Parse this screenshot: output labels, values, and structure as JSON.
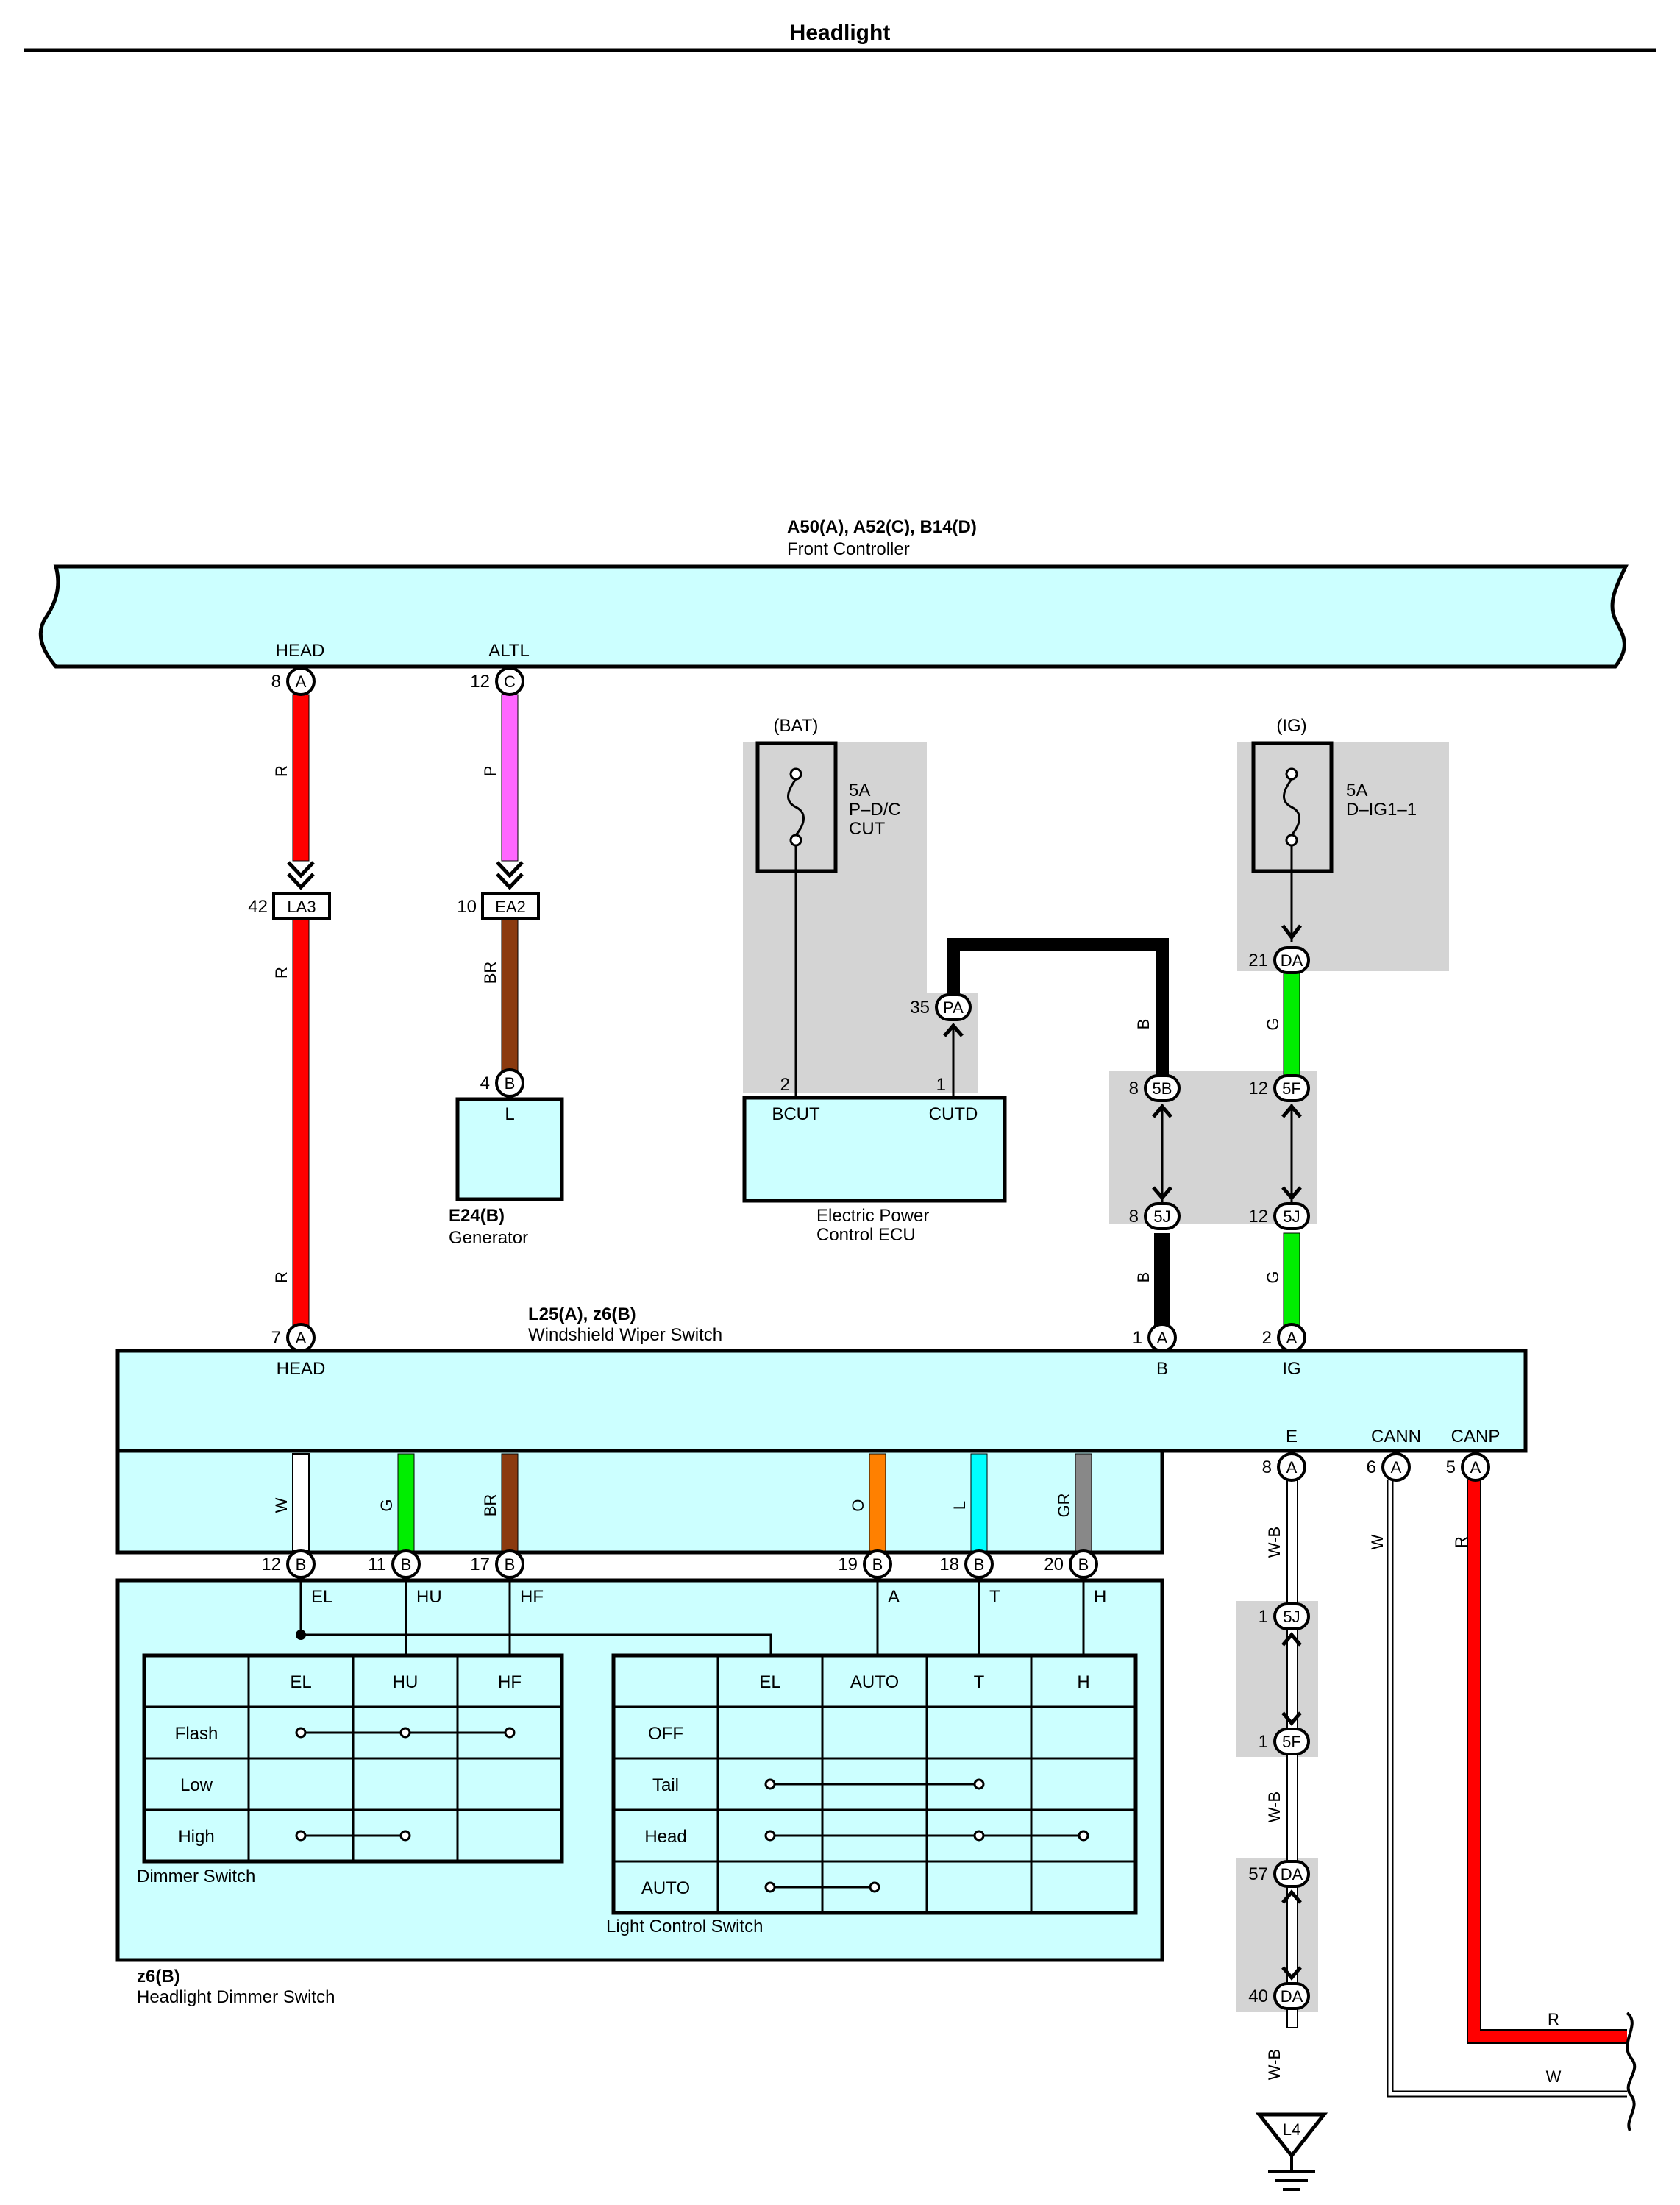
{
  "page": {
    "title": "Headlight"
  },
  "colors": {
    "component_fill": "#ccffff",
    "shade": "#d4d4d4",
    "R": "#ff0000",
    "P": "#ff66ff",
    "BR": "#8b3a0f",
    "B": "#000000",
    "G": "#00ee00",
    "W": "#ffffff",
    "O": "#ff8000",
    "L": "#00ffff",
    "GR": "#888888",
    "W-B": "#ffffff"
  },
  "front_controller": {
    "codes": "A50(A), A52(C), B14(D)",
    "name": "Front Controller",
    "pins": {
      "head": {
        "label": "HEAD",
        "num": "8",
        "conn": "A"
      },
      "altl": {
        "label": "ALTL",
        "num": "12",
        "conn": "C"
      }
    }
  },
  "wires": {
    "head_upper": "R",
    "head_lower": "R",
    "head_bottom": "R",
    "altl_upper": "P",
    "altl_lower": "BR",
    "b_upper": "B",
    "b_lower": "B",
    "g_upper": "G",
    "g_lower": "G",
    "dim_w": "W",
    "dim_g": "G",
    "dim_br": "BR",
    "lc_o": "O",
    "lc_l": "L",
    "lc_gr": "GR",
    "e_1": "W-B",
    "e_2": "W-B",
    "e_3": "W-B",
    "cann": "W",
    "canp": "R",
    "out_r": "R",
    "out_w": "W"
  },
  "connectors": {
    "la3": {
      "num": "42",
      "id": "LA3"
    },
    "ea2": {
      "num": "10",
      "id": "EA2"
    },
    "pa": {
      "num": "35",
      "id": "PA"
    },
    "da21": {
      "num": "21",
      "id": "DA"
    },
    "b5b": {
      "num": "8",
      "id": "5B"
    },
    "b5j": {
      "num": "8",
      "id": "5J"
    },
    "g5f": {
      "num": "12",
      "id": "5F"
    },
    "g5j": {
      "num": "12",
      "id": "5J"
    },
    "e5j": {
      "num": "1",
      "id": "5J"
    },
    "e5f": {
      "num": "1",
      "id": "5F"
    },
    "e_da57": {
      "num": "57",
      "id": "DA"
    },
    "e_da40": {
      "num": "40",
      "id": "DA"
    }
  },
  "fuses": {
    "bat": {
      "source": "(BAT)",
      "amp": "5A",
      "name1": "P–D/C",
      "name2": "CUT"
    },
    "ig": {
      "source": "(IG)",
      "amp": "5A",
      "name1": "D–IG1–1"
    }
  },
  "generator": {
    "code": "E24(B)",
    "name": "Generator",
    "pin": {
      "num": "4",
      "conn": "B",
      "label": "L"
    }
  },
  "ecu": {
    "name1": "Electric Power",
    "name2": "Control ECU",
    "pins": {
      "bcut": {
        "num": "2",
        "label": "BCUT"
      },
      "cutd": {
        "num": "1",
        "label": "CUTD"
      }
    }
  },
  "wiper_switch": {
    "codes": "L25(A), z6(B)",
    "name": "Windshield Wiper Switch",
    "top_pins": {
      "head": {
        "num": "7",
        "conn": "A",
        "label": "HEAD"
      },
      "b": {
        "num": "1",
        "conn": "A",
        "label": "B"
      },
      "ig": {
        "num": "2",
        "conn": "A",
        "label": "IG"
      }
    },
    "right_pins": {
      "e": {
        "num": "8",
        "conn": "A",
        "label": "E"
      },
      "cann": {
        "num": "6",
        "conn": "A",
        "label": "CANN"
      },
      "canp": {
        "num": "5",
        "conn": "A",
        "label": "CANP"
      }
    }
  },
  "dimmer_pins": [
    {
      "num": "12",
      "conn": "B",
      "label": "EL"
    },
    {
      "num": "11",
      "conn": "B",
      "label": "HU"
    },
    {
      "num": "17",
      "conn": "B",
      "label": "HF"
    },
    {
      "num": "19",
      "conn": "B",
      "label": "A"
    },
    {
      "num": "18",
      "conn": "B",
      "label": "T"
    },
    {
      "num": "20",
      "conn": "B",
      "label": "H"
    }
  ],
  "dimmer_switch": {
    "caption": "Dimmer Switch",
    "columns": [
      "EL",
      "HU",
      "HF"
    ],
    "rows": [
      "Flash",
      "Low",
      "High"
    ]
  },
  "light_control_switch": {
    "caption": "Light Control Switch",
    "columns": [
      "EL",
      "AUTO",
      "T",
      "H"
    ],
    "rows": [
      "OFF",
      "Tail",
      "Head",
      "AUTO"
    ]
  },
  "headlight_dimmer": {
    "code": "z6(B)",
    "name": "Headlight Dimmer Switch"
  },
  "ground": {
    "id": "L4"
  }
}
